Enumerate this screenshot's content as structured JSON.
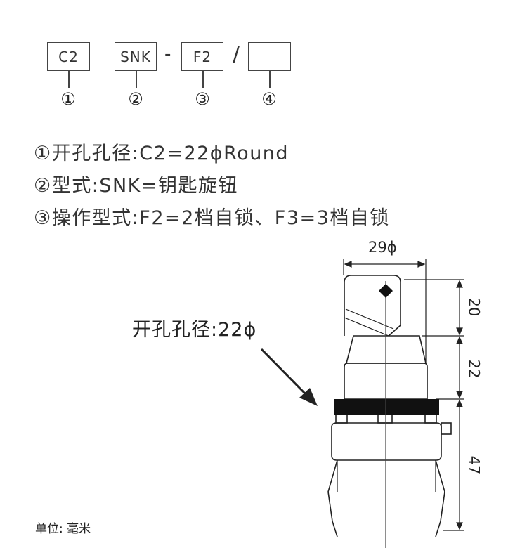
{
  "code": {
    "segments": [
      "C2",
      "SNK",
      "F2",
      ""
    ],
    "dash": "-",
    "slash": "/",
    "markers": [
      "①",
      "②",
      "③",
      "④"
    ]
  },
  "descriptions": [
    "①开孔孔径:C2=22ϕRound",
    "②型式:SNK=钥匙旋钮",
    "③操作型式:F2=2档自锁、F3=3档自锁"
  ],
  "drawing": {
    "hole_label": "开孔孔径:22ϕ",
    "width_dim": "29ϕ",
    "height_dims": [
      "20",
      "22",
      "47"
    ]
  },
  "unit_label": "单位:  毫米"
}
